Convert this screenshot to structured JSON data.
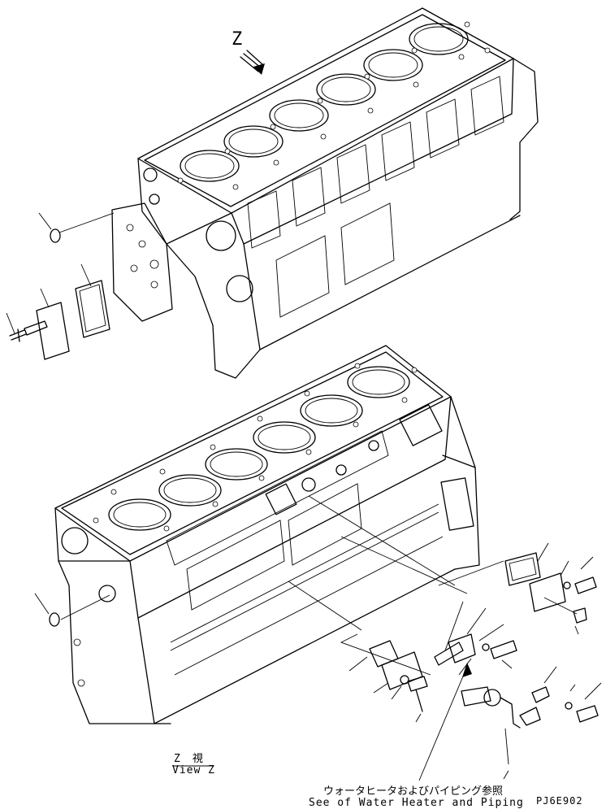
{
  "labels": {
    "view_marker": "Z",
    "view_jp": "Z　視",
    "view_en": "View Z",
    "note_jp": "ウォータヒータおよびパイピング参照",
    "note_en": "See of Water Heater and Piping",
    "drawing_code": "PJ6E902"
  }
}
